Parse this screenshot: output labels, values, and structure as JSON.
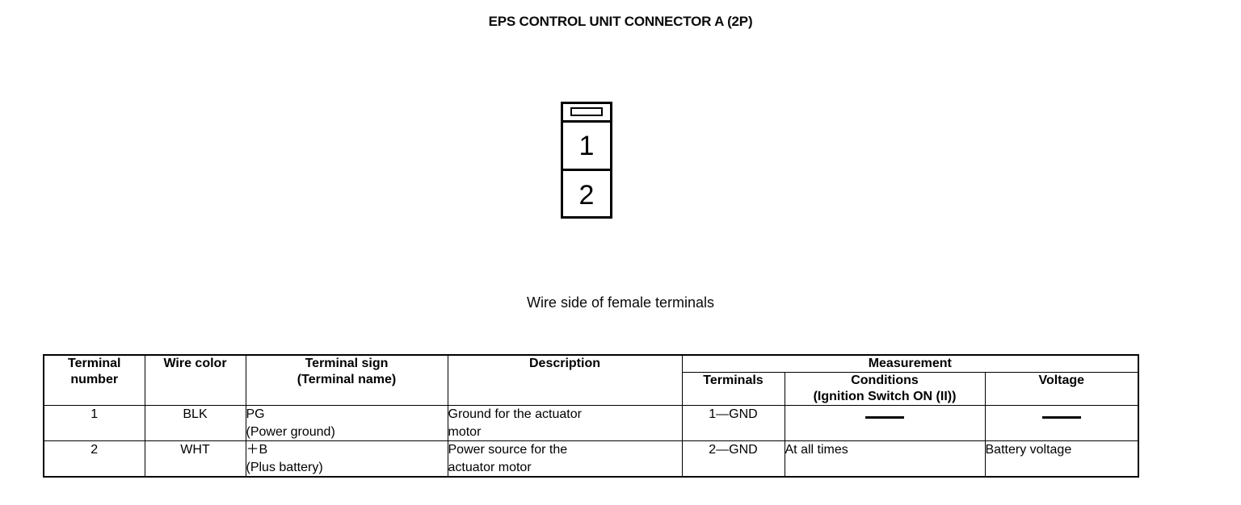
{
  "page": {
    "title": "EPS CONTROL UNIT CONNECTOR A (2P)",
    "caption": "Wire side of female terminals"
  },
  "connector": {
    "name": "EPS control unit connector A",
    "pin_count": "2P",
    "pins": [
      {
        "label": "1"
      },
      {
        "label": "2"
      }
    ]
  },
  "table": {
    "headers": {
      "terminal_number": "Terminal",
      "terminal_number_sub": "number",
      "wire_color": "Wire color",
      "terminal_sign": "Terminal sign",
      "terminal_sign_sub": "(Terminal name)",
      "description": "Description",
      "measurement": "Measurement",
      "terminals": "Terminals",
      "conditions": "Conditions",
      "conditions_sub": "(Ignition Switch ON (II))",
      "voltage": "Voltage"
    },
    "rows": [
      {
        "terminal_number": "1",
        "wire_color": "BLK",
        "terminal_sign": "PG",
        "terminal_name": "(Power ground)",
        "description": "Ground for the actuator",
        "description_line2": "motor",
        "terminals": "1—GND",
        "conditions": "—",
        "voltage": "—"
      },
      {
        "terminal_number": "2",
        "wire_color": "WHT",
        "terminal_sign": "＋B",
        "terminal_name": "(Plus battery)",
        "description": "Power source for the",
        "description_line2": "actuator motor",
        "terminals": "2—GND",
        "conditions": "At all times",
        "voltage": "Battery voltage"
      }
    ]
  },
  "colors": {
    "ink": "#000000",
    "background": "#ffffff"
  }
}
